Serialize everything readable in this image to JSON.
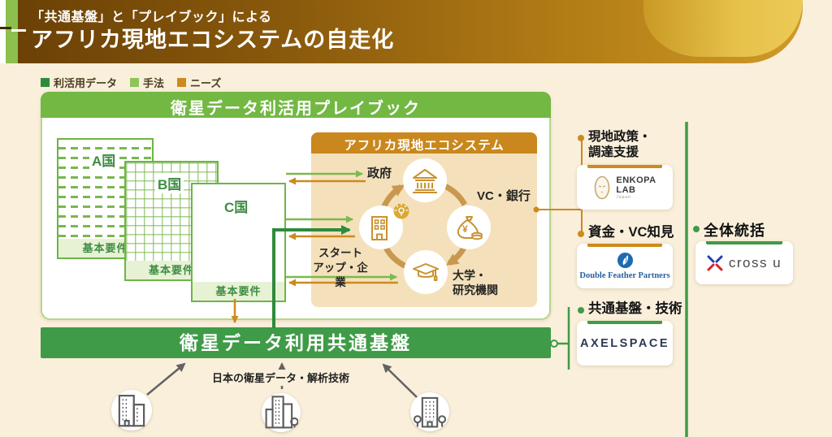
{
  "header": {
    "subtitle": "「共通基盤」と「プレイブック」による",
    "title": "アフリカ現地エコシステムの自走化"
  },
  "legend": [
    {
      "label": "利活用データ",
      "color": "#2e8b3c"
    },
    {
      "label": "手法",
      "color": "#8dc558"
    },
    {
      "label": "ニーズ",
      "color": "#cd8a1e"
    }
  ],
  "playbook": {
    "title": "衛星データ利活用プレイブック",
    "countries": [
      {
        "name": "A国",
        "requirement": "基本要件"
      },
      {
        "name": "B国",
        "requirement": "基本要件"
      },
      {
        "name": "C国",
        "requirement": "基本要件"
      }
    ]
  },
  "ecosystem": {
    "title": "アフリカ現地エコシステム",
    "nodes": {
      "government": {
        "label": "政府",
        "icon": "bank-icon"
      },
      "vc_bank": {
        "label": "VC・銀行",
        "icon": "money-bag-icon"
      },
      "university": {
        "lines": [
          "大学・",
          "研究機関"
        ],
        "icon": "graduation-cap-icon"
      },
      "startup": {
        "lines": [
          "スタート",
          "アップ・企業"
        ],
        "icon": "startup-building-icon",
        "badge_icon": "lightbulb-badge-icon"
      }
    }
  },
  "platform": {
    "title": "衛星データ利用共通基盤",
    "input_label": "日本の衛星データ・解析技術"
  },
  "partners": [
    {
      "lines": [
        "現地政策・",
        "調達支援"
      ],
      "accent": "#cd8a1e",
      "logo": {
        "name": "ENKOPA LAB",
        "line1": "ENKOPA",
        "line2": "LAB",
        "line3": "Japan",
        "icon": "enkopa-mask-icon"
      }
    },
    {
      "lines": [
        "資金・VC知見"
      ],
      "accent": "#cd8a1e",
      "logo": {
        "name": "Double Feather Partners",
        "text": "Double Feather Partners",
        "icon": "feather-circle-icon"
      }
    },
    {
      "lines": [
        "共通基盤・技術"
      ],
      "accent": "#3f9b47",
      "logo": {
        "name": "AXELSPACE",
        "text": "AXELSPACE"
      }
    }
  ],
  "overall": {
    "label": "全体統括",
    "logo": {
      "name": "cross u",
      "text": "cross u",
      "icon": "cross-x-icon"
    }
  }
}
